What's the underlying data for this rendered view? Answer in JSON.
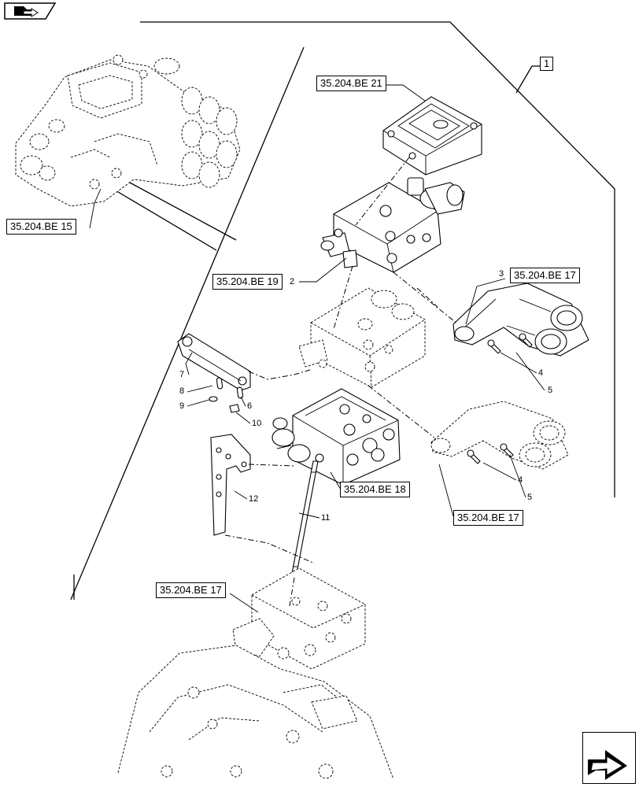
{
  "refs": {
    "be21": "35.204.BE 21",
    "be15": "35.204.BE 15",
    "be19": "35.204.BE 19",
    "be17_top": "35.204.BE 17",
    "be18": "35.204.BE 18",
    "be17_mid": "35.204.BE 17",
    "be17_bottom": "35.204.BE 17"
  },
  "callouts": {
    "c1": "1",
    "c2": "2",
    "c3": "3",
    "c4a": "4",
    "c5a": "5",
    "c4b": "4",
    "c5b": "5",
    "c6": "6",
    "c7": "7",
    "c8": "8",
    "c9": "9",
    "c10": "10",
    "c11": "11",
    "c12": "12"
  },
  "icons": {
    "top_left": "book-icon",
    "bottom_right": "next-page-arrow-icon"
  }
}
